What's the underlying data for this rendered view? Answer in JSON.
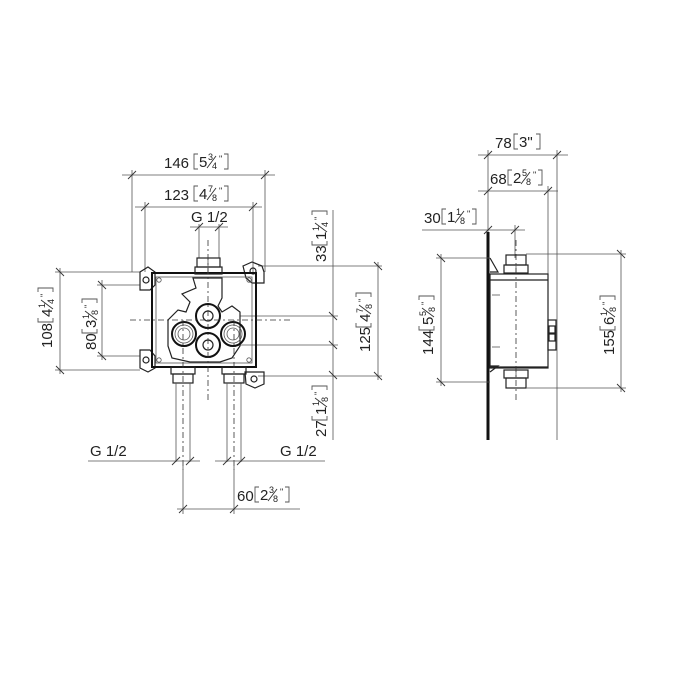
{
  "drawing": {
    "front_view": {
      "width_outer": {
        "mm": "146",
        "inch_whole": "5",
        "inch_num": "3",
        "inch_den": "4"
      },
      "width_inner": {
        "mm": "123",
        "inch_whole": "4",
        "inch_num": "7",
        "inch_den": "8"
      },
      "top_thread": "G 1/2",
      "height_outer": {
        "mm": "108",
        "inch_whole": "4",
        "inch_num": "1",
        "inch_den": "4"
      },
      "height_inner": {
        "mm": "80",
        "inch_whole": "3",
        "inch_num": "1",
        "inch_den": "8"
      },
      "top_offset": {
        "mm": "33",
        "inch_whole": "1",
        "inch_num": "1",
        "inch_den": "4"
      },
      "body_height": {
        "mm": "125",
        "inch_whole": "4",
        "inch_num": "7",
        "inch_den": "8"
      },
      "bottom_offset": {
        "mm": "27",
        "inch_whole": "1",
        "inch_num": "1",
        "inch_den": "8"
      },
      "bottom_thread_left": "G 1/2",
      "bottom_thread_right": "G 1/2",
      "outlet_spacing": {
        "mm": "60",
        "inch_whole": "2",
        "inch_num": "3",
        "inch_den": "8"
      }
    },
    "side_view": {
      "depth_total": {
        "mm": "78",
        "inch_text": "3\""
      },
      "depth_body": {
        "mm": "68",
        "inch_whole": "2",
        "inch_num": "5",
        "inch_den": "8"
      },
      "wall_offset": {
        "mm": "30",
        "inch_whole": "1",
        "inch_num": "1",
        "inch_den": "8"
      },
      "height_plate": {
        "mm": "144",
        "inch_whole": "5",
        "inch_num": "5",
        "inch_den": "8"
      },
      "height_total": {
        "mm": "155",
        "inch_whole": "6",
        "inch_num": "1",
        "inch_den": "8"
      }
    },
    "line_color": "#222222",
    "background": "#ffffff"
  }
}
